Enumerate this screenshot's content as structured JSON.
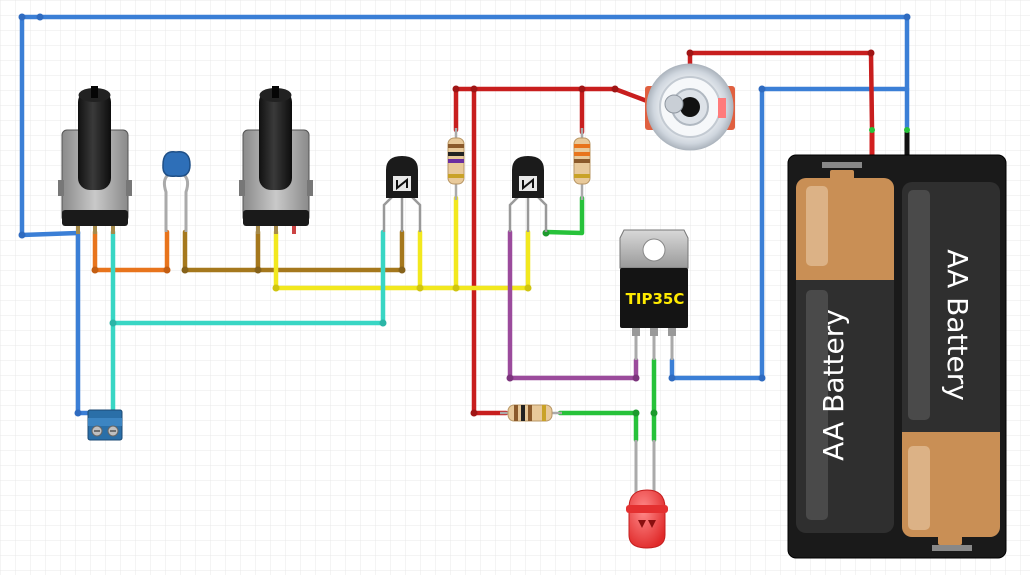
{
  "diagram": {
    "labels": {
      "regulator": "TIP35C",
      "battery_left": "AA Battery",
      "battery_right": "AA Battery"
    },
    "colors": {
      "background": "#ffffff",
      "grid": "#e9e9e9",
      "wire_blue": "#3b7fd6",
      "wire_red": "#c81e1e",
      "wire_orange": "#e8741c",
      "wire_brown": "#a5781d",
      "wire_yellow": "#f2e81e",
      "wire_cyan": "#39d6c4",
      "wire_purple": "#9b4b9c",
      "wire_green": "#27c23a",
      "battery_copper": "#c98f55",
      "led_red": "#ee3b3b",
      "regulator_label": "#ffeb00"
    },
    "components": [
      {
        "name": "potentiometer",
        "count": 2,
        "icon": "potentiometer-icon"
      },
      {
        "name": "ceramic-capacitor",
        "count": 1,
        "icon": "capacitor-icon"
      },
      {
        "name": "npn-transistor",
        "count": 2,
        "icon": "transistor-icon"
      },
      {
        "name": "resistor",
        "count": 3,
        "icon": "resistor-icon"
      },
      {
        "name": "power-transistor",
        "count": 1,
        "icon": "to220-icon"
      },
      {
        "name": "led",
        "count": 1,
        "icon": "led-icon"
      },
      {
        "name": "vibration-motor",
        "count": 1,
        "icon": "motor-icon"
      },
      {
        "name": "screw-terminal",
        "count": 1,
        "icon": "terminal-icon"
      },
      {
        "name": "battery-holder-2xAA",
        "count": 1,
        "icon": "battery-icon"
      }
    ]
  }
}
